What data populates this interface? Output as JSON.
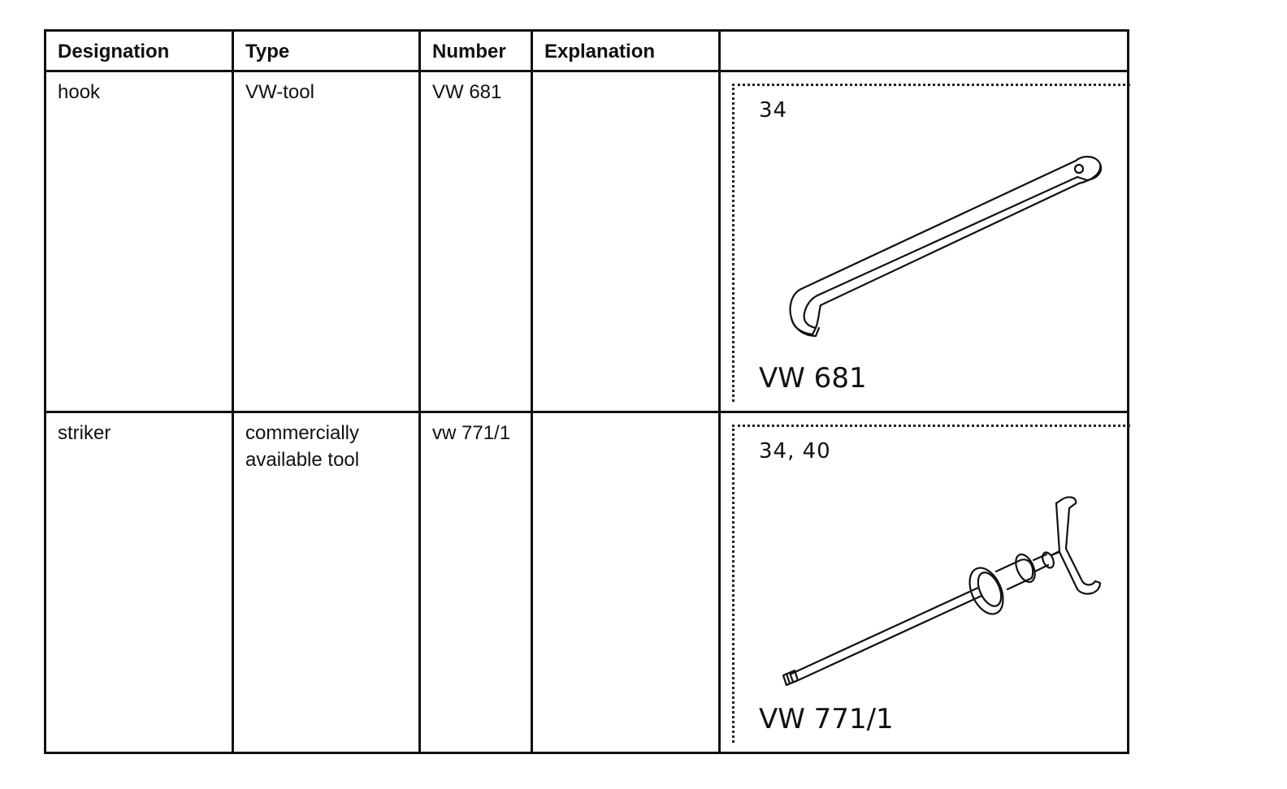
{
  "table": {
    "headers": {
      "designation": "Designation",
      "type": "Type",
      "number": "Number",
      "explanation": "Explanation",
      "figure": ""
    },
    "rows": [
      {
        "designation": "hook",
        "type": "VW-tool",
        "number": "VW 681",
        "explanation": "",
        "figure": {
          "ref": "34",
          "label": "VW 681",
          "icon": "hook-wrench-icon"
        }
      },
      {
        "designation": "striker",
        "type": "commercially available tool",
        "number": "vw 771/1",
        "explanation": "",
        "figure": {
          "ref": "34, 40",
          "label": "VW 771/1",
          "icon": "slide-hammer-icon"
        }
      }
    ]
  }
}
